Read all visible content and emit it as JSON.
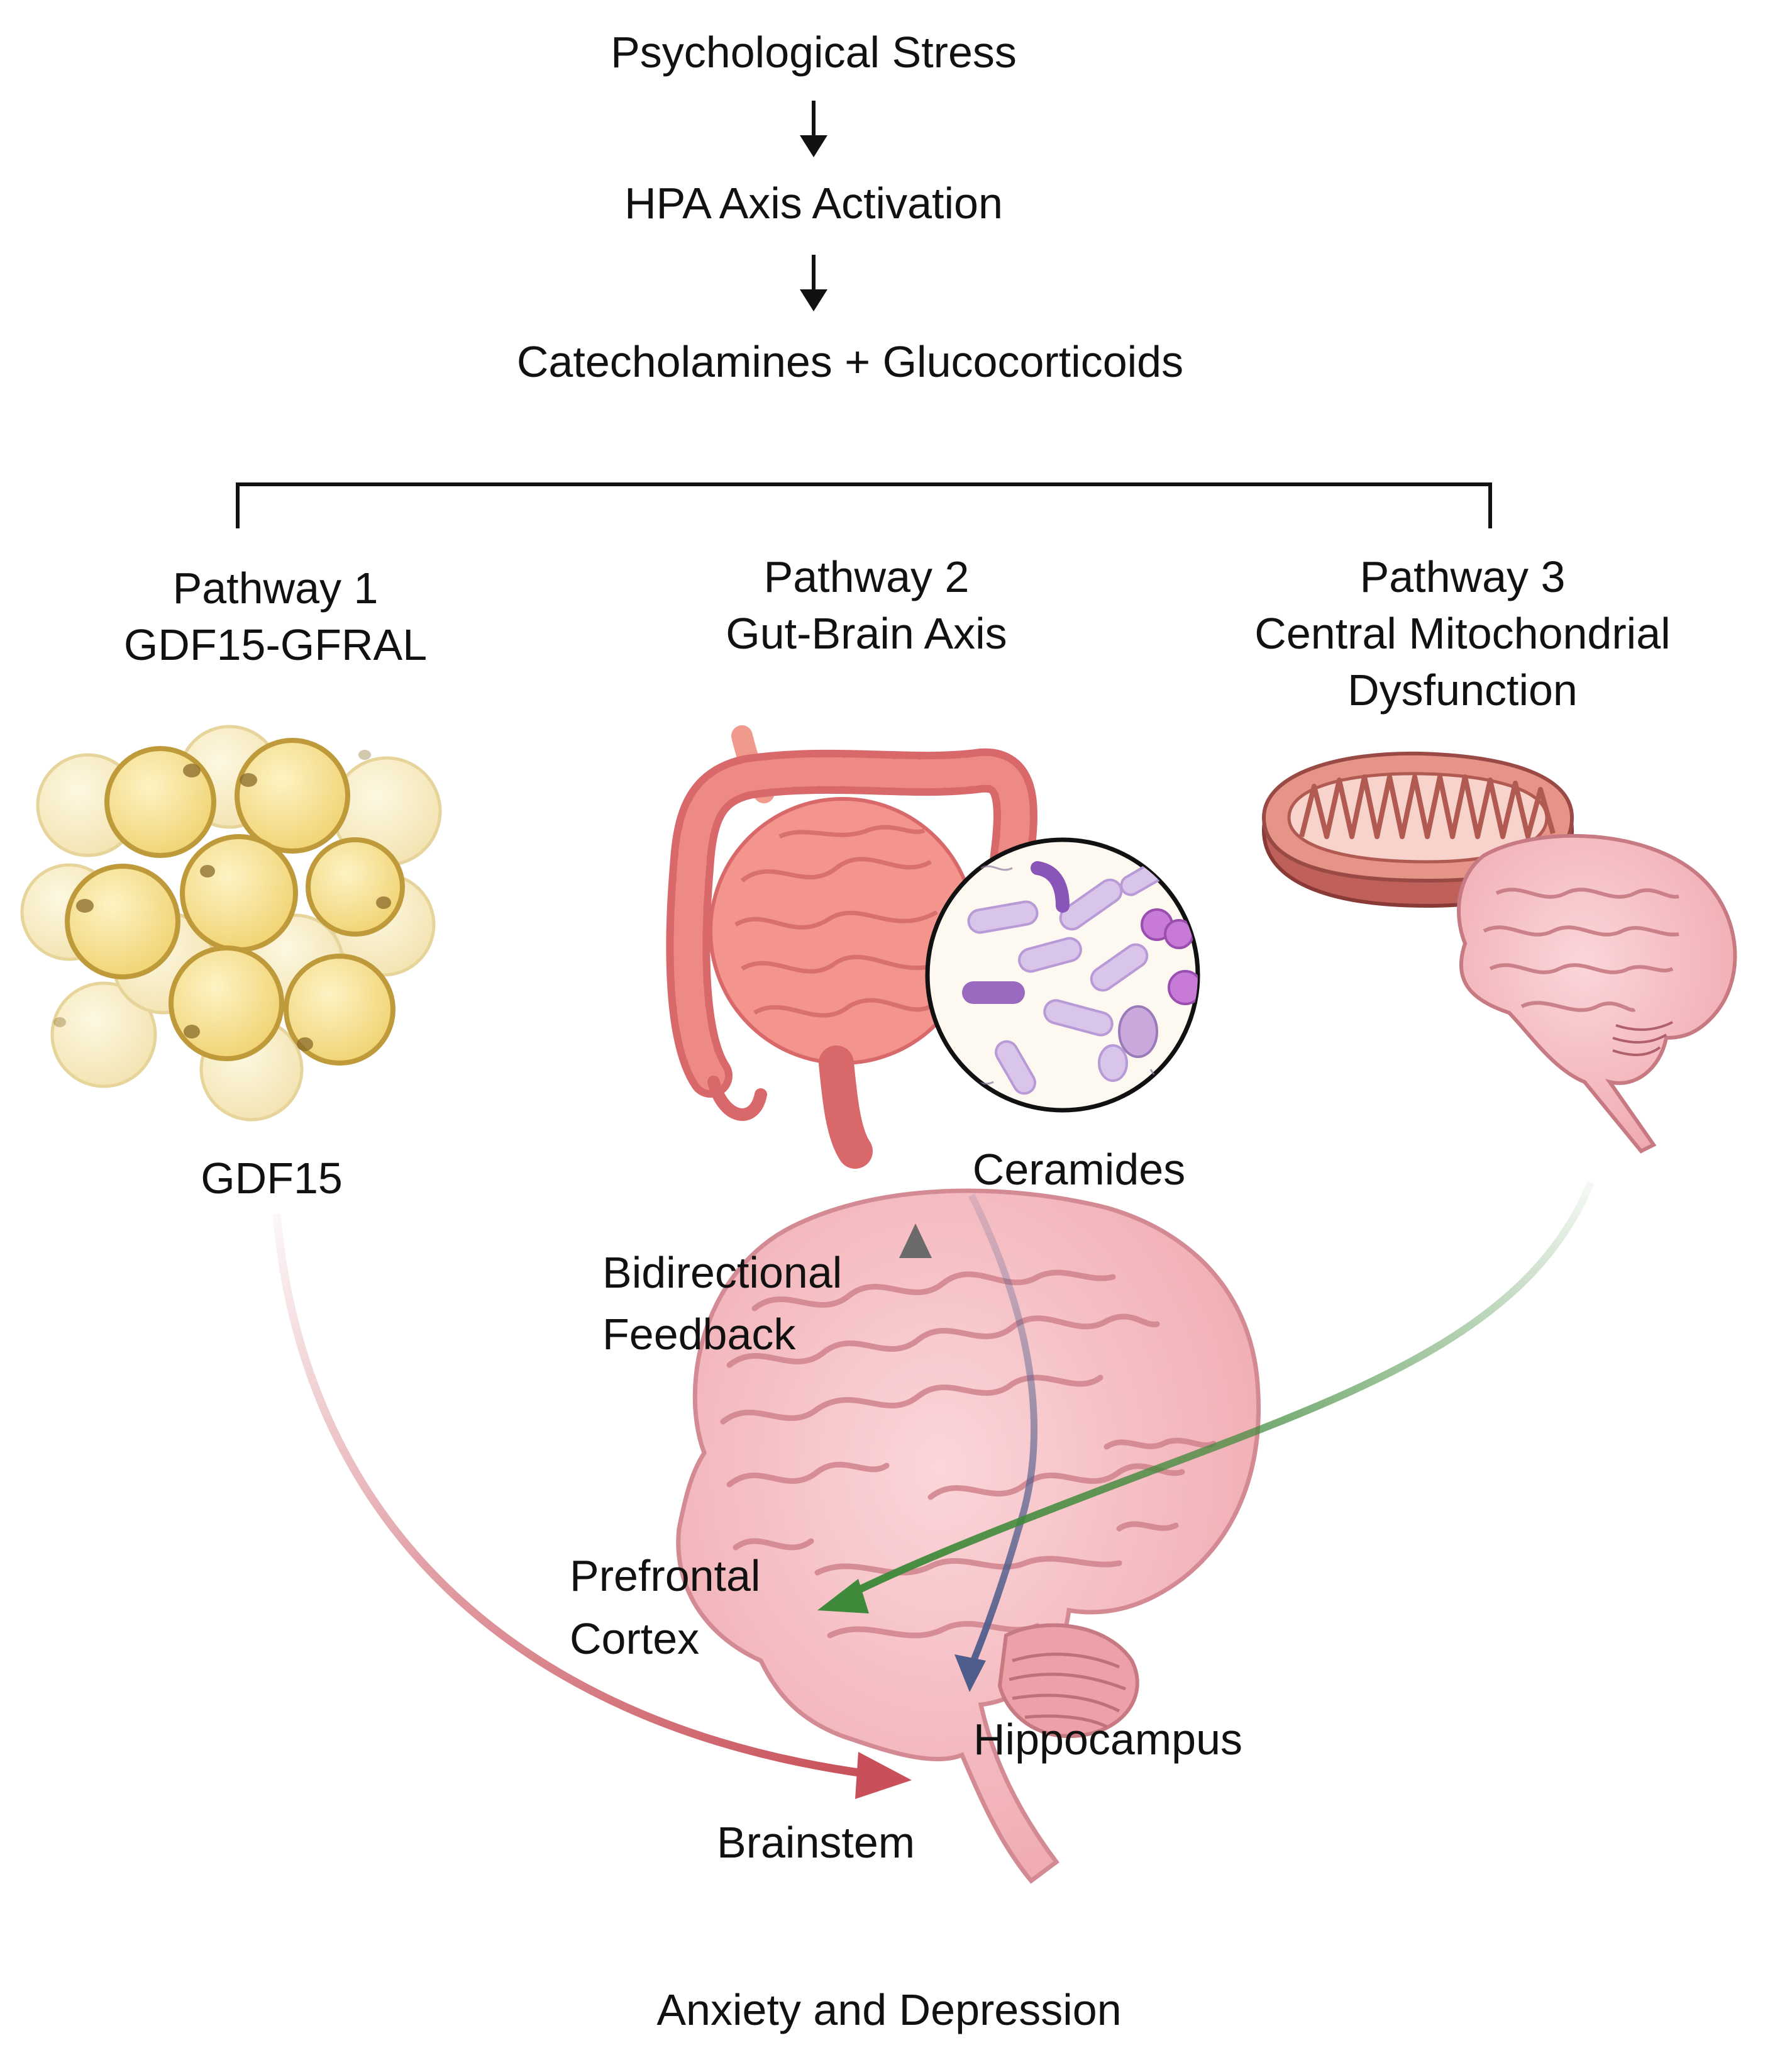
{
  "flow": {
    "step1": "Psychological Stress",
    "step2": "HPA Axis Activation",
    "step3": "Catecholamines + Glucocorticoids"
  },
  "pathways": [
    {
      "number": "Pathway 1",
      "name": "GDF15-GFRAL",
      "name_line2": ""
    },
    {
      "number": "Pathway 2",
      "name": "Gut-Brain Axis",
      "name_line2": ""
    },
    {
      "number": "Pathway 3",
      "name": "Central Mitochondrial",
      "name_line2": "Dysfunction"
    }
  ],
  "mediators": {
    "gdf15": "GDF15",
    "ceramides": "Ceramides"
  },
  "feedback": {
    "line1": "Bidirectional",
    "line2": "Feedback"
  },
  "brain_regions": {
    "prefrontal_line1": "Prefrontal",
    "prefrontal_line2": "Cortex",
    "hippocampus": "Hippocampus",
    "brainstem": "Brainstem"
  },
  "outcome": "Anxiety and Depression",
  "colors": {
    "pathway1_arrow": "#c9505a",
    "pathway2_arrow": "#4f5d8c",
    "pathway3_arrow": "#3f8a3a",
    "feedback_arrow": "#7a7a7a",
    "fat_cell": "#f2d77a",
    "intestine": "#e8807a",
    "mitochondrion": "#c9736b",
    "brain": "#f4b8bd"
  },
  "icons": [
    "fat-cells-icon",
    "intestine-icon",
    "microbiome-icon",
    "mitochondrion-icon",
    "brain-icon"
  ]
}
